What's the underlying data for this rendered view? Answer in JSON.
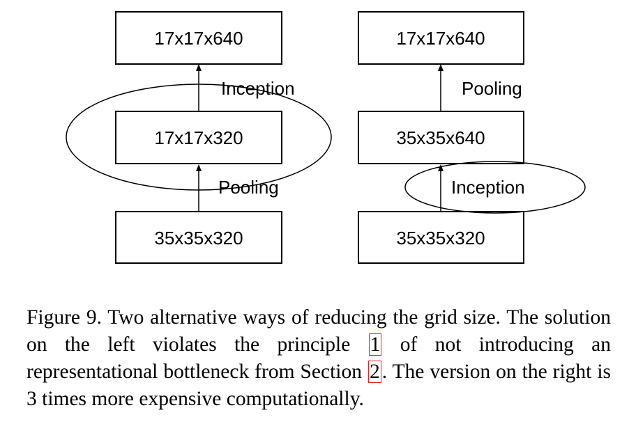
{
  "diagram": {
    "left": {
      "top_box": "17x17x640",
      "middle_box": "17x17x320",
      "bottom_box": "35x35x320",
      "upper_edge_label": "Inception",
      "lower_edge_label": "Pooling"
    },
    "right": {
      "top_box": "17x17x640",
      "middle_box": "35x35x640",
      "bottom_box": "35x35x320",
      "upper_edge_label": "Pooling",
      "lower_edge_label": "Inception"
    }
  },
  "caption": {
    "part1": "Figure 9. Two alternative ways of reducing the grid size. The solution on the left violates the principle ",
    "ref1": "1",
    "part2": " of not introducing an representational bottleneck from Section ",
    "ref2": "2",
    "part3": ". The version on the right is 3 times more expensive computationally."
  },
  "colors": {
    "reference_box": "#e8201c"
  }
}
